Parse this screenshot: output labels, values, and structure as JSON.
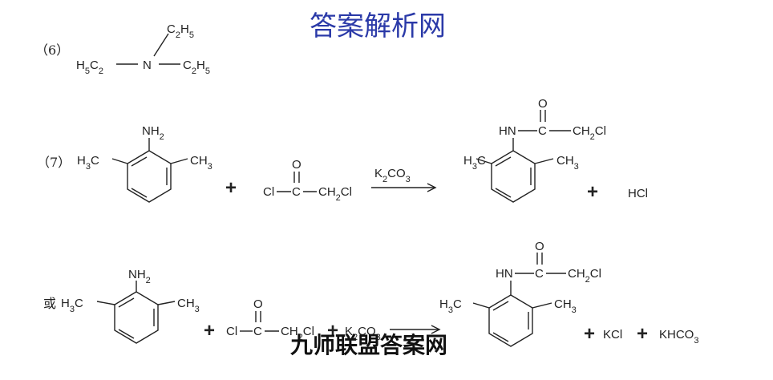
{
  "watermark_top": "答案解析网",
  "watermark_bottom": "九师联盟答案网",
  "item6": {
    "label": "（6）",
    "top_group": "C2H5",
    "left_group": "H5C2",
    "center_atom": "N",
    "right_group": "C2H5"
  },
  "item7": {
    "label": "（7）",
    "reactant1": {
      "top": "NH2",
      "left": "H3C",
      "right": "CH3"
    },
    "plus": "+",
    "reagent_left": "Cl",
    "reagent_center": "C",
    "reagent_o": "O",
    "reagent_right": "CH2Cl",
    "catalyst": "K2CO3",
    "product": {
      "nh": "HN",
      "c": "C",
      "o": "O",
      "ch2cl": "CH2Cl",
      "left": "H3C",
      "right": "CH3"
    },
    "byproduct": "HCl"
  },
  "alt": {
    "prefix": "或",
    "reactant1": {
      "top": "NH2",
      "left": "H3C",
      "right": "CH3"
    },
    "plus": "+",
    "reagent_left": "Cl",
    "reagent_center": "C",
    "reagent_o": "O",
    "reagent_right": "CH2Cl",
    "plus2": "+",
    "reagent2": "K2CO3",
    "product": {
      "nh": "HN",
      "c": "C",
      "o": "O",
      "ch2cl": "CH2Cl",
      "left": "H3C",
      "right": "CH3"
    },
    "byproduct1": "KCl",
    "byproduct2": "KHCO3"
  }
}
